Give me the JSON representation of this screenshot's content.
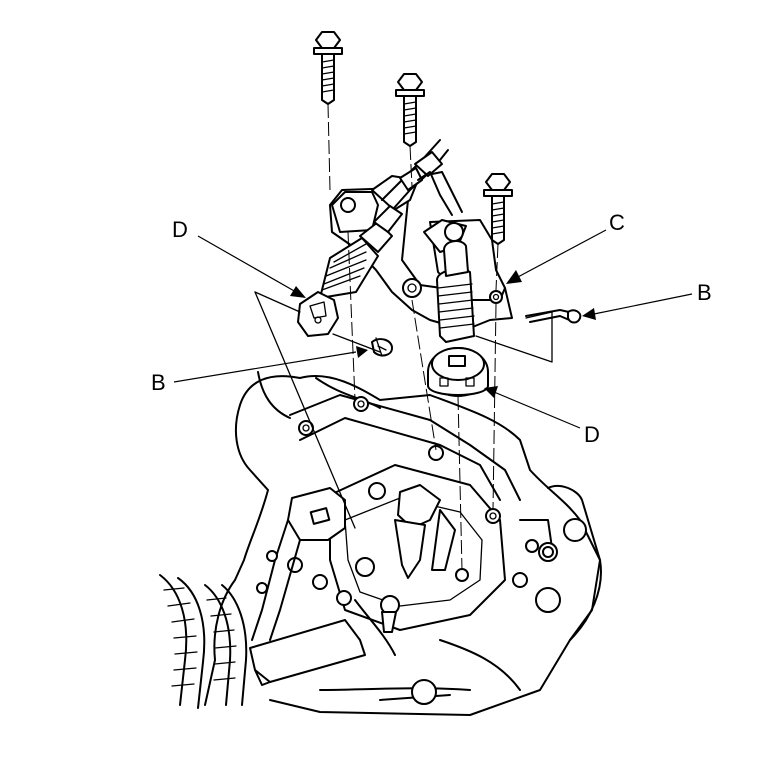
{
  "callouts": {
    "d_upper": "D",
    "c": "C",
    "b_right": "B",
    "b_left": "B",
    "d_lower": "D"
  }
}
